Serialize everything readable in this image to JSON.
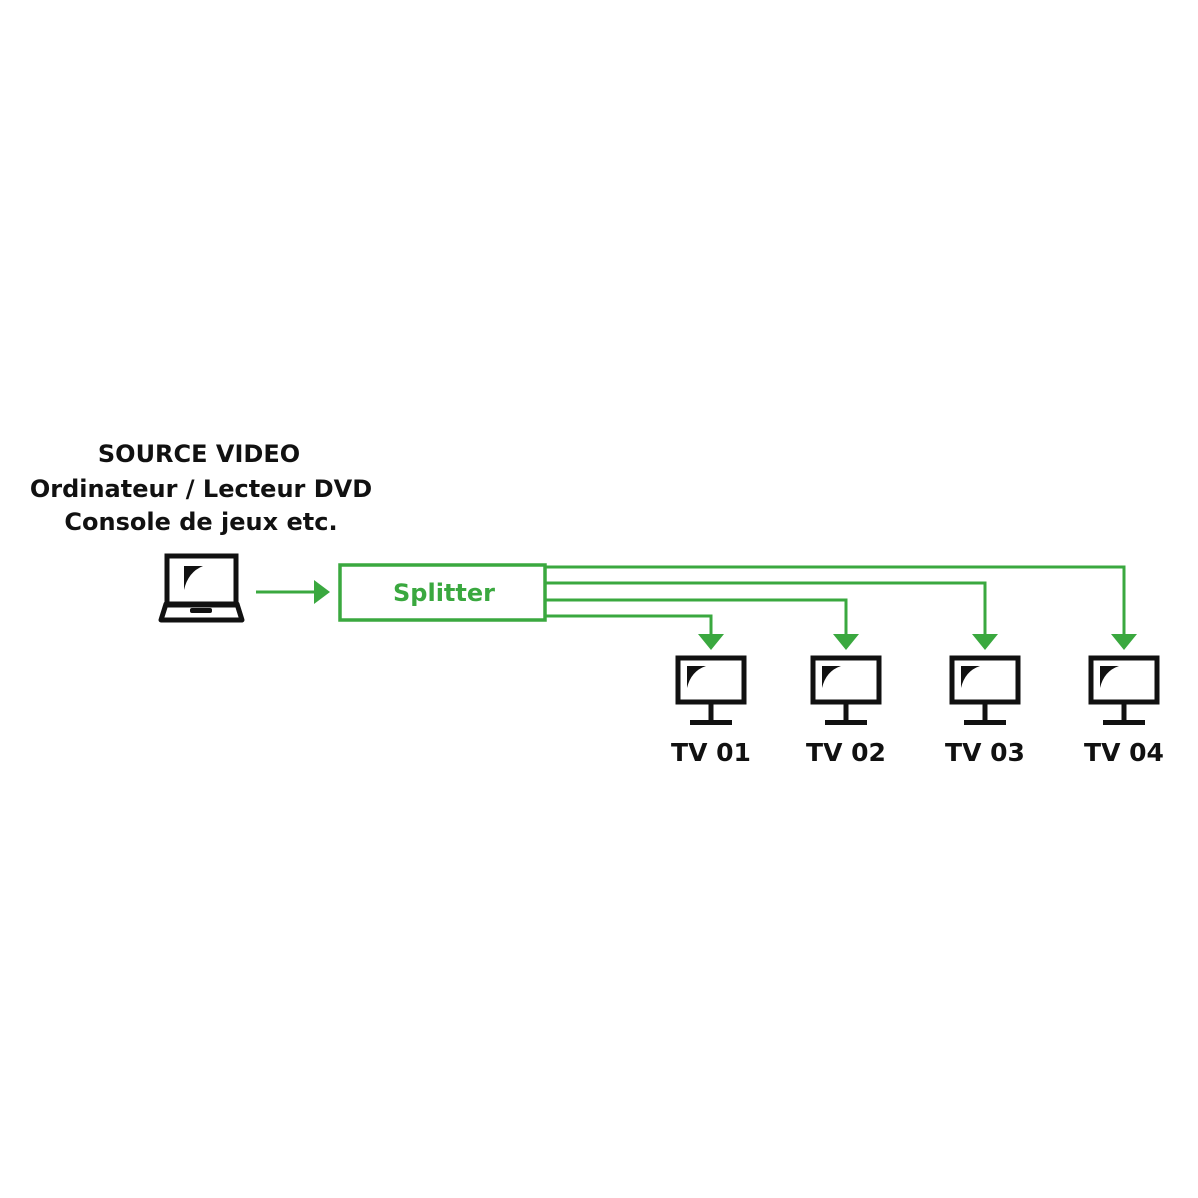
{
  "source": {
    "title": "SOURCE VIDEO",
    "line2": "Ordinateur / Lecteur DVD",
    "line3": "Console de jeux etc."
  },
  "splitter": {
    "label": "Splitter"
  },
  "outputs": [
    {
      "label": "TV 01"
    },
    {
      "label": "TV 02"
    },
    {
      "label": "TV 03"
    },
    {
      "label": "TV 04"
    }
  ],
  "colors": {
    "accent": "#3aa83f",
    "ink": "#111111"
  },
  "icons": {
    "source": "laptop-icon",
    "output": "monitor-icon"
  }
}
